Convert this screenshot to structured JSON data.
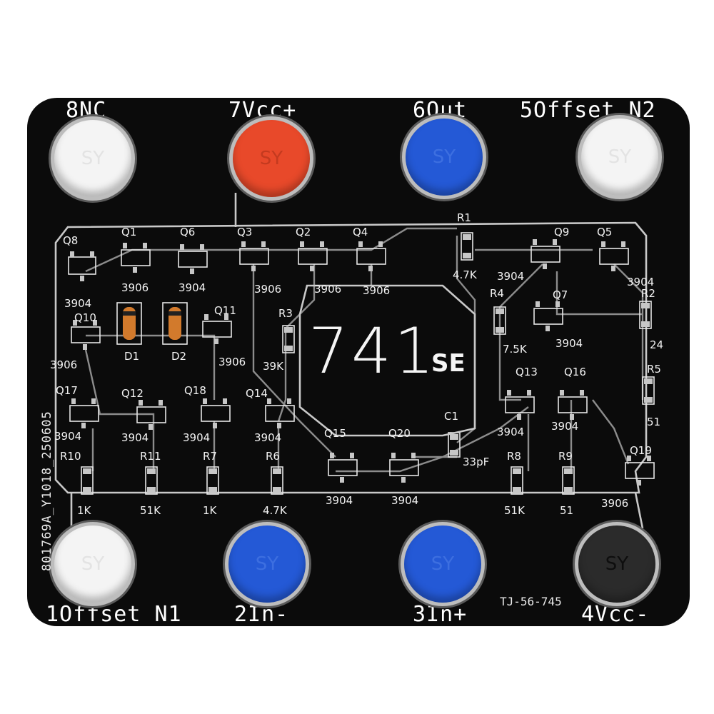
{
  "pins": {
    "p8": "8NC",
    "p7": "7Vcc+",
    "p6": "6Out",
    "p5": "5Offset N2",
    "p1": "1Offset N1",
    "p2": "2In-",
    "p3": "3In+",
    "p4": "4Vcc-"
  },
  "chip": {
    "number": "741",
    "suffix": "SE"
  },
  "side_code": "801769A_Y1018_250605",
  "bottom_code": "TJ-56-745",
  "button_marking": "SY",
  "colors": {
    "board": "#0b0b0b",
    "red": "#e8492a",
    "blue": "#2459d6",
    "white": "#f4f4f4",
    "black": "#2b2b2b"
  },
  "components": [
    {
      "ref": "Q8",
      "value": "3904"
    },
    {
      "ref": "Q1",
      "value": "3906"
    },
    {
      "ref": "Q6",
      "value": "3904"
    },
    {
      "ref": "Q3",
      "value": "3906"
    },
    {
      "ref": "Q2",
      "value": "3906"
    },
    {
      "ref": "Q4",
      "value": "3906"
    },
    {
      "ref": "R1",
      "value": "4.7K"
    },
    {
      "ref": "Q9",
      "value": "3904"
    },
    {
      "ref": "Q5",
      "value": "3904"
    },
    {
      "ref": "Q10",
      "value": "3906"
    },
    {
      "ref": "D1",
      "value": ""
    },
    {
      "ref": "D2",
      "value": ""
    },
    {
      "ref": "Q11",
      "value": "3906"
    },
    {
      "ref": "R3",
      "value": "39K"
    },
    {
      "ref": "R4",
      "value": "7.5K"
    },
    {
      "ref": "Q7",
      "value": "3904"
    },
    {
      "ref": "R2",
      "value": "24"
    },
    {
      "ref": "R5",
      "value": "51"
    },
    {
      "ref": "Q17",
      "value": "3904"
    },
    {
      "ref": "Q12",
      "value": "3904"
    },
    {
      "ref": "Q18",
      "value": "3904"
    },
    {
      "ref": "Q14",
      "value": "3904"
    },
    {
      "ref": "Q13",
      "value": "3904"
    },
    {
      "ref": "Q16",
      "value": "3904"
    },
    {
      "ref": "Q15",
      "value": "3904"
    },
    {
      "ref": "Q20",
      "value": "3904"
    },
    {
      "ref": "C1",
      "value": "33pF"
    },
    {
      "ref": "Q19",
      "value": "3906"
    },
    {
      "ref": "R10",
      "value": "1K"
    },
    {
      "ref": "R11",
      "value": "51K"
    },
    {
      "ref": "R7",
      "value": "1K"
    },
    {
      "ref": "R6",
      "value": "4.7K"
    },
    {
      "ref": "R8",
      "value": "51K"
    },
    {
      "ref": "R9",
      "value": "51"
    }
  ]
}
